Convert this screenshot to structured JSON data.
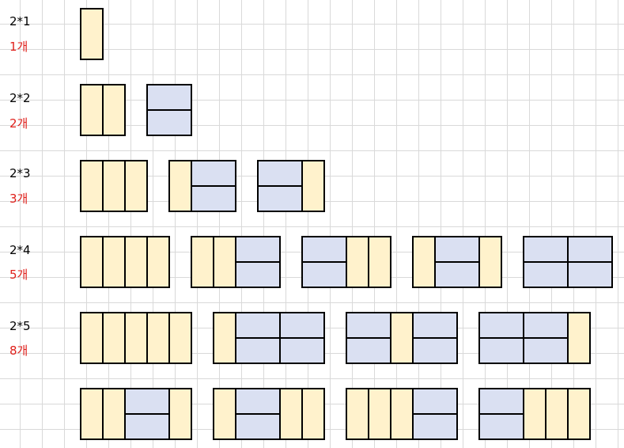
{
  "colors": {
    "vertical": "#fff2cc",
    "horizontal": "#dae0f2",
    "stroke": "#000000",
    "count_text": "#e0201b"
  },
  "rows": [
    {
      "size": "2*1",
      "count": "1개",
      "tilings": [
        [
          "v"
        ]
      ]
    },
    {
      "size": "2*2",
      "count": "2개",
      "tilings": [
        [
          "v",
          "v"
        ],
        [
          "h"
        ]
      ]
    },
    {
      "size": "2*3",
      "count": "3개",
      "tilings": [
        [
          "v",
          "v",
          "v"
        ],
        [
          "v",
          "h"
        ],
        [
          "h",
          "v"
        ]
      ]
    },
    {
      "size": "2*4",
      "count": "5개",
      "tilings": [
        [
          "v",
          "v",
          "v",
          "v"
        ],
        [
          "v",
          "v",
          "h"
        ],
        [
          "h",
          "v",
          "v"
        ],
        [
          "v",
          "h",
          "v"
        ],
        [
          "h",
          "h"
        ]
      ]
    },
    {
      "size": "2*5",
      "count": "8개",
      "tilings": [
        [
          "v",
          "v",
          "v",
          "v",
          "v"
        ],
        [
          "v",
          "h",
          "h"
        ],
        [
          "h",
          "v",
          "h"
        ],
        [
          "h",
          "h",
          "v"
        ]
      ]
    },
    {
      "size": "",
      "count": "",
      "tilings": [
        [
          "v",
          "v",
          "h",
          "v"
        ],
        [
          "v",
          "h",
          "v",
          "v"
        ],
        [
          "v",
          "v",
          "v",
          "h"
        ],
        [
          "h",
          "v",
          "v",
          "v"
        ]
      ]
    }
  ]
}
